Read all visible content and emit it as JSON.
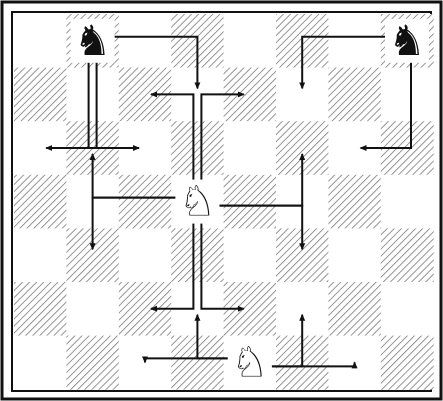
{
  "board": {
    "files": 8,
    "ranks": 7,
    "light_color": "#ffffff",
    "dark_color": "#ffffff",
    "hatch_color": "#7a7a7a",
    "border_color": "#111111"
  },
  "pieces": [
    {
      "name": "black-knight-top-left",
      "type": "knight",
      "color": "black",
      "file": 1,
      "rank": 0
    },
    {
      "name": "black-knight-top-right",
      "type": "knight",
      "color": "black",
      "file": 7,
      "rank": 0
    },
    {
      "name": "white-knight-center",
      "type": "knight",
      "color": "white",
      "file": 3,
      "rank": 3
    },
    {
      "name": "white-knight-bottom",
      "type": "knight",
      "color": "white",
      "file": 4,
      "rank": 6
    }
  ],
  "move_arrows": [
    {
      "piece": "black-knight-top-left",
      "targets": [
        [
          3,
          1
        ],
        [
          0,
          2
        ],
        [
          2,
          2
        ]
      ]
    },
    {
      "piece": "black-knight-top-right",
      "targets": [
        [
          5,
          1
        ],
        [
          6,
          2
        ]
      ]
    },
    {
      "piece": "white-knight-center",
      "targets": [
        [
          2,
          1
        ],
        [
          4,
          1
        ],
        [
          1,
          2
        ],
        [
          5,
          2
        ],
        [
          1,
          4
        ],
        [
          5,
          4
        ],
        [
          2,
          5
        ],
        [
          4,
          5
        ]
      ]
    },
    {
      "piece": "white-knight-bottom",
      "targets": [
        [
          3,
          5
        ],
        [
          5,
          5
        ],
        [
          2,
          6
        ],
        [
          6,
          6
        ]
      ]
    }
  ]
}
